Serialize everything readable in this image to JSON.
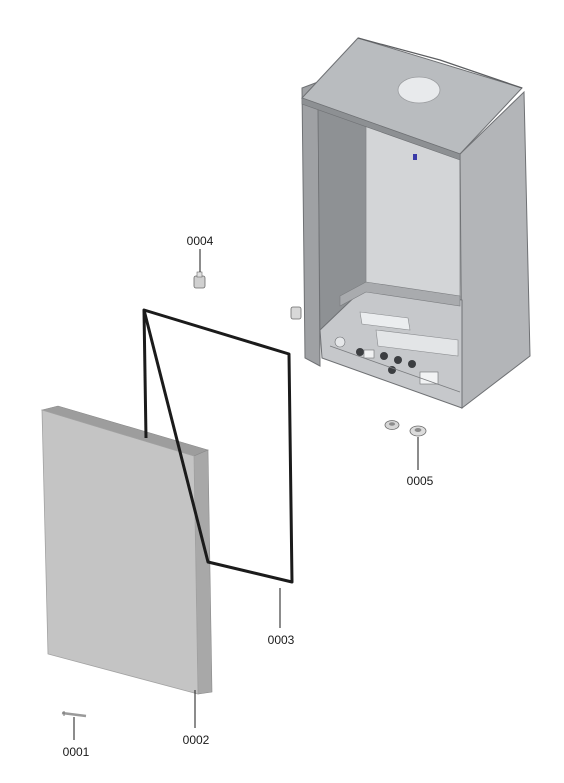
{
  "parts": [
    {
      "id": "panel-screw",
      "number": "0001"
    },
    {
      "id": "front-panel",
      "number": "0002"
    },
    {
      "id": "panel-gasket",
      "number": "0003"
    },
    {
      "id": "clip",
      "number": "0004"
    },
    {
      "id": "grommet",
      "number": "0005"
    }
  ],
  "colors": {
    "panel_face": "#c4c4c4",
    "panel_edge": "#9a9a9a",
    "casing_side": "#b0b2b4",
    "casing_top": "#b9bbbe",
    "casing_inner": "#d2d4d6",
    "gasket": "#1b1b1b",
    "leader": "#1a1a1a"
  }
}
